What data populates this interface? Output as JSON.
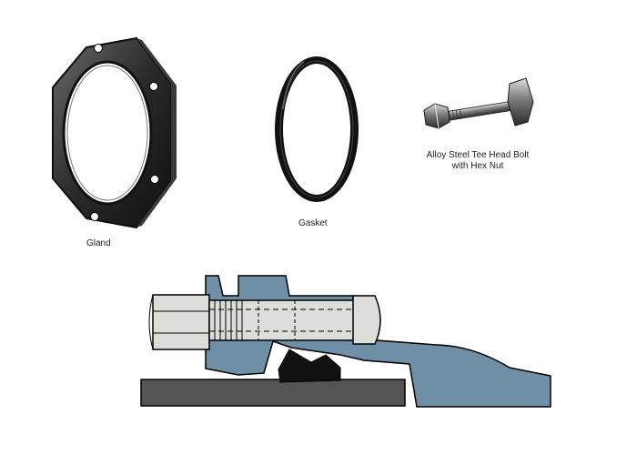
{
  "parts": {
    "gland": {
      "label": "Gland"
    },
    "gasket": {
      "label": "Gasket"
    },
    "bolt": {
      "label_line1": "Alloy Steel Tee Head Bolt",
      "label_line2": "with Hex Nut"
    }
  },
  "colors": {
    "metal_dark": "#1f1f1f",
    "metal_mid": "#5a5a5a",
    "metal_light": "#bdbdbd",
    "pipe_blue": "#6f8fa6",
    "bolt_fill": "#dcdfd9",
    "gasket_black": "#111111"
  }
}
